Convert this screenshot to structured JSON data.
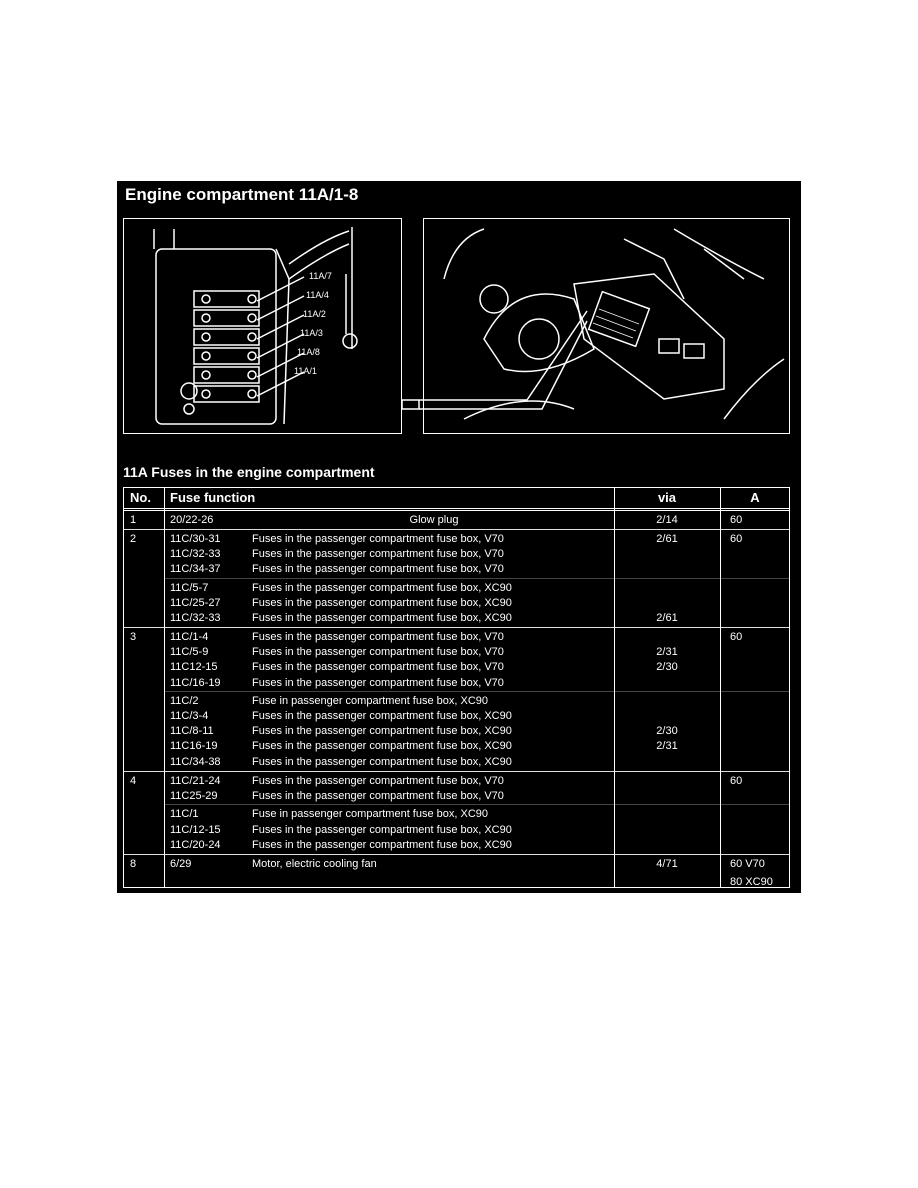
{
  "title": "Engine compartment 11A/1-8",
  "diagram_labels": [
    "11A/7",
    "11A/4",
    "11A/2",
    "11A/3",
    "11A/8",
    "11A/1"
  ],
  "section_title": "11A Fuses in the engine compartment",
  "table": {
    "headers": {
      "no": "No.",
      "function": "Fuse function",
      "via": "via",
      "a": "A"
    },
    "rows": [
      {
        "no": "1",
        "a": [
          "60"
        ],
        "groups": [
          [
            {
              "code": "20/22-26",
              "desc": "Glow plug",
              "via": "2/14",
              "centered": true
            }
          ]
        ]
      },
      {
        "no": "2",
        "a": [
          "60"
        ],
        "groups": [
          [
            {
              "code": "11C/30-31",
              "desc": "Fuses in the passenger compartment fuse box, V70",
              "via": "2/61"
            },
            {
              "code": "11C/32-33",
              "desc": "Fuses in the passenger compartment fuse box, V70",
              "via": ""
            },
            {
              "code": "11C/34-37",
              "desc": "Fuses in the passenger compartment fuse box, V70",
              "via": ""
            }
          ],
          [
            {
              "code": "11C/5-7",
              "desc": "Fuses in the passenger compartment fuse box, XC90",
              "via": ""
            },
            {
              "code": "11C/25-27",
              "desc": "Fuses in the passenger compartment fuse box, XC90",
              "via": ""
            },
            {
              "code": "11C/32-33",
              "desc": "Fuses in the passenger compartment fuse box, XC90",
              "via": "2/61"
            }
          ]
        ]
      },
      {
        "no": "3",
        "a": [
          "60"
        ],
        "groups": [
          [
            {
              "code": "11C/1-4",
              "desc": "Fuses in the passenger compartment fuse box, V70",
              "via": ""
            },
            {
              "code": "11C/5-9",
              "desc": "Fuses in the passenger compartment fuse box, V70",
              "via": "2/31"
            },
            {
              "code": "11C12-15",
              "desc": "Fuses in the passenger compartment fuse box, V70",
              "via": "2/30"
            },
            {
              "code": "11C/16-19",
              "desc": "Fuses in the passenger compartment fuse box, V70",
              "via": ""
            }
          ],
          [
            {
              "code": "11C/2",
              "desc": "Fuse in passenger compartment fuse box, XC90",
              "via": ""
            },
            {
              "code": "11C/3-4",
              "desc": "Fuses in the passenger compartment fuse box, XC90",
              "via": ""
            },
            {
              "code": "11C/8-11",
              "desc": "Fuses in the passenger compartment fuse box, XC90",
              "via": "2/30"
            },
            {
              "code": "11C16-19",
              "desc": "Fuses in the passenger compartment fuse box, XC90",
              "via": "2/31"
            },
            {
              "code": "11C/34-38",
              "desc": "Fuses in the passenger compartment fuse box, XC90",
              "via": ""
            }
          ]
        ]
      },
      {
        "no": "4",
        "a": [
          "60"
        ],
        "groups": [
          [
            {
              "code": "11C/21-24",
              "desc": "Fuses in the passenger compartment fuse box, V70",
              "via": ""
            },
            {
              "code": "11C25-29",
              "desc": "Fuses in the passenger compartment fuse box, V70",
              "via": ""
            }
          ],
          [
            {
              "code": "11C/1",
              "desc": "Fuse in passenger compartment fuse box, XC90",
              "via": ""
            },
            {
              "code": "11C/12-15",
              "desc": "Fuses in the passenger compartment fuse box, XC90",
              "via": ""
            },
            {
              "code": "11C/20-24",
              "desc": "Fuses in the passenger compartment fuse box, XC90",
              "via": ""
            }
          ]
        ]
      },
      {
        "no": "8",
        "a": [
          "60 V70",
          "80 XC90"
        ],
        "groups": [
          [
            {
              "code": "6/29",
              "desc": "Motor, electric cooling fan",
              "via": "4/71"
            }
          ]
        ]
      }
    ]
  }
}
